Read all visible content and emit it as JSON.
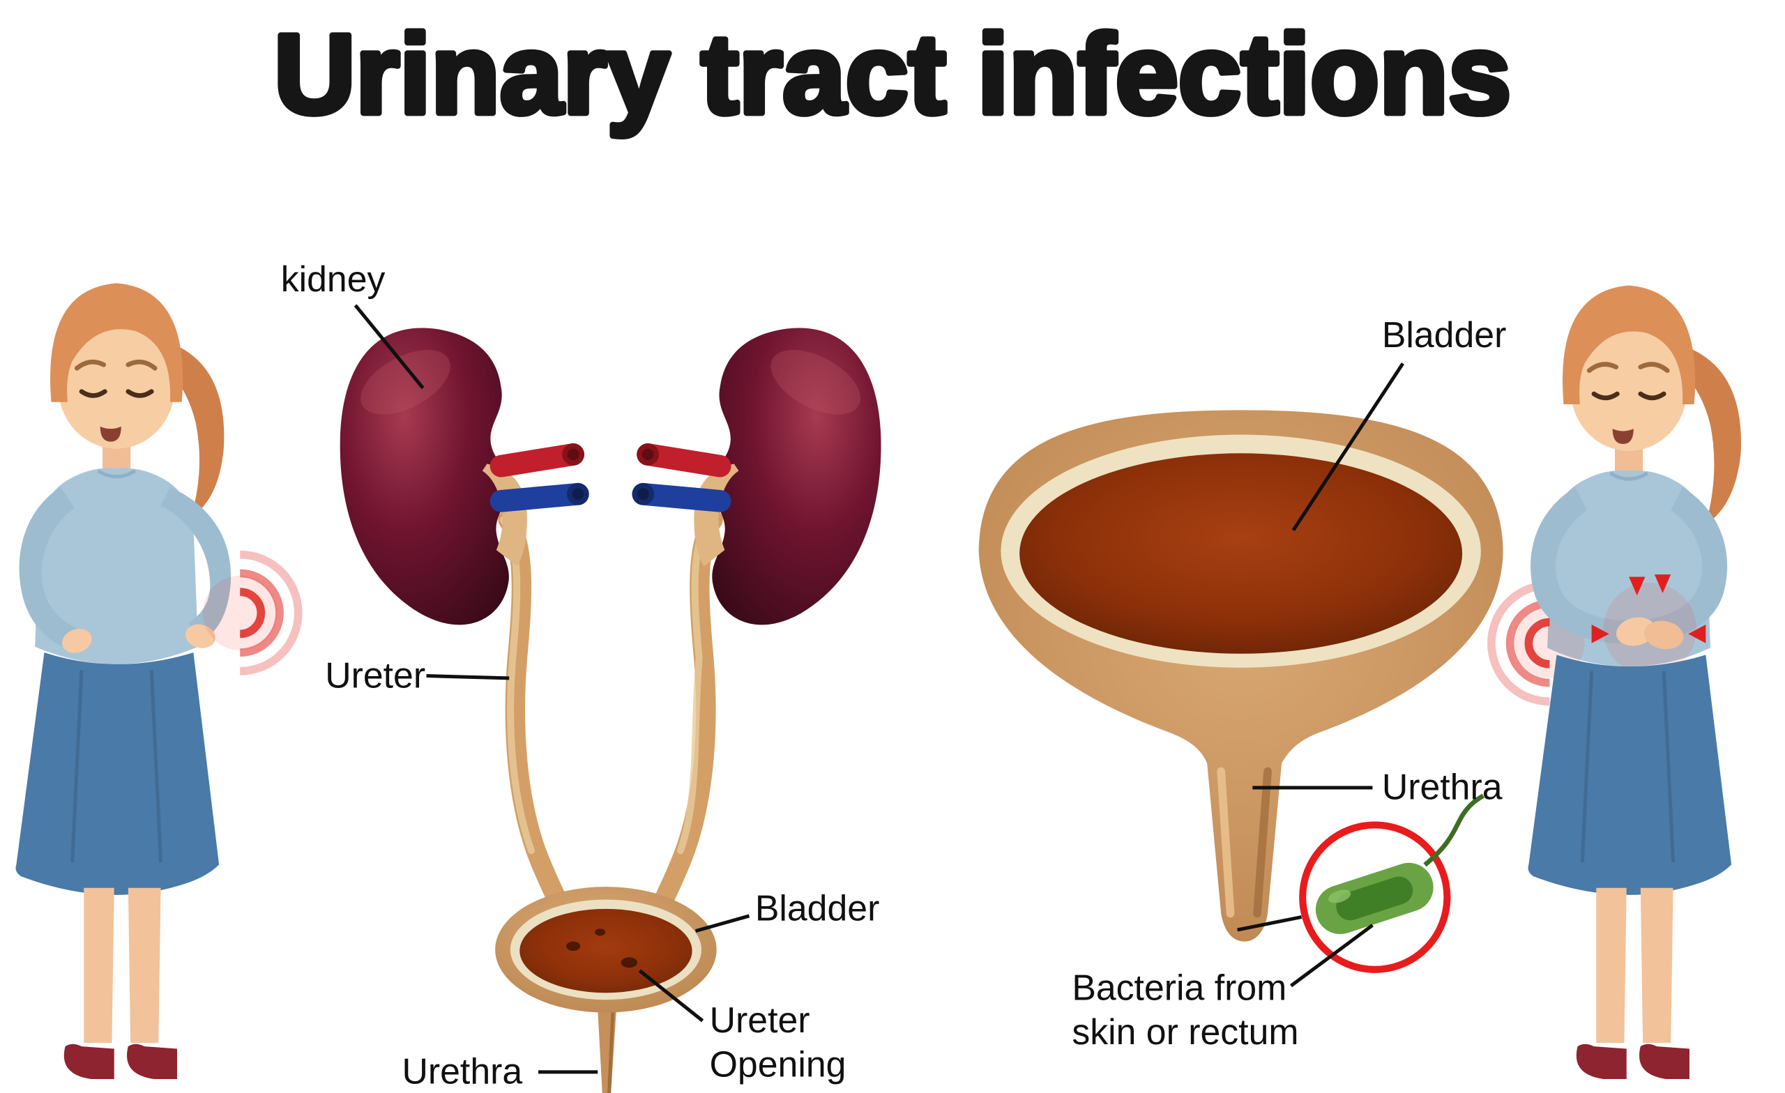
{
  "title": "Urinary tract infections",
  "system_diagram": {
    "labels": {
      "kidney": "kidney",
      "ureter": "Ureter",
      "bladder": "Bladder",
      "ureter_opening_line1": "Ureter",
      "ureter_opening_line2": "Opening",
      "urethra": "Urethra"
    }
  },
  "bladder_detail": {
    "labels": {
      "bladder": "Bladder",
      "urethra": "Urethra",
      "bacteria_line1": "Bacteria from",
      "bacteria_line2": "skin or rectum"
    }
  },
  "colors": {
    "title_text": "#161616",
    "label_text": "#101010",
    "kidney_dark": "#380a18",
    "kidney_mid": "#701430",
    "kidney_highlight": "#a63a50",
    "ureter_tan": "#d39f66",
    "bladder_lining_cream": "#eee2c2",
    "bladder_interior_red": "#8c3009",
    "artery_red": "#c11f2c",
    "vein_blue": "#1e3f9e",
    "bacteria_green": "#6aa344",
    "alert_red": "#e02020",
    "shirt_blue": "#a9c6d9",
    "skirt_blue": "#4a7aa8",
    "skin": "#f6c9a2",
    "hair_orange": "#dd8f58",
    "shoe_red": "#8e2430"
  }
}
